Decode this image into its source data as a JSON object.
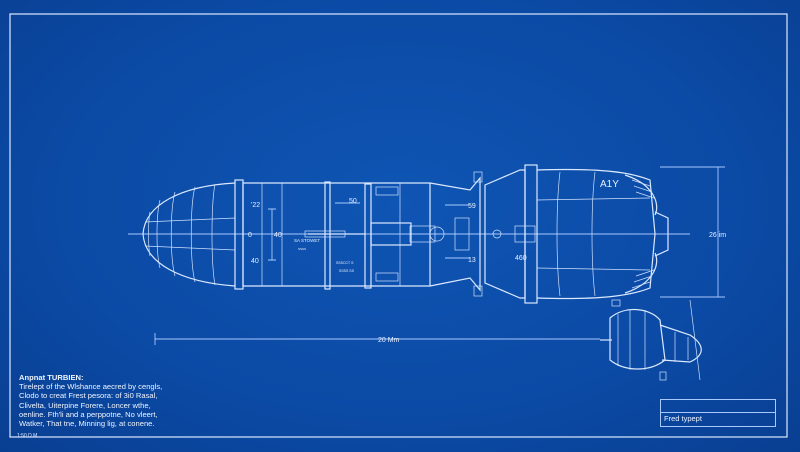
{
  "colors": {
    "background": "#0b4aa5",
    "line": "#dbe9ff"
  },
  "drawing": {
    "labels": {
      "top_left_dim": "'22",
      "left_dim_bottom": "40",
      "center_dim": "40",
      "origin": "0",
      "section_note": "SA STOWET",
      "section_note_sub": "SSSS",
      "bottom_note": "SSSCCT S",
      "bottom_note_sub": "SSSS SS",
      "dim_50": "50",
      "dim_59": "59",
      "dim_13": "13",
      "dim_460": "460",
      "engine_mark": "A1Y",
      "height_dim": "26 im",
      "length_dim": "20 Mm"
    }
  },
  "notes": {
    "title": "Anpnat TURBIEN:",
    "lines": [
      "Tirelept of the Wlshance aecred by cengls,",
      "Clodo to creat Frest pesora: of 3i0 Rasal,",
      "Clivelta, Uiterpine Forere, Loncer wthe,",
      "oenline. Fth'li and a perppotne, No vleert,",
      "Watker, That tne, Minning lig, at conene."
    ]
  },
  "scale_text": "1:50 D M",
  "title_block": {
    "label": "Fred typept"
  }
}
